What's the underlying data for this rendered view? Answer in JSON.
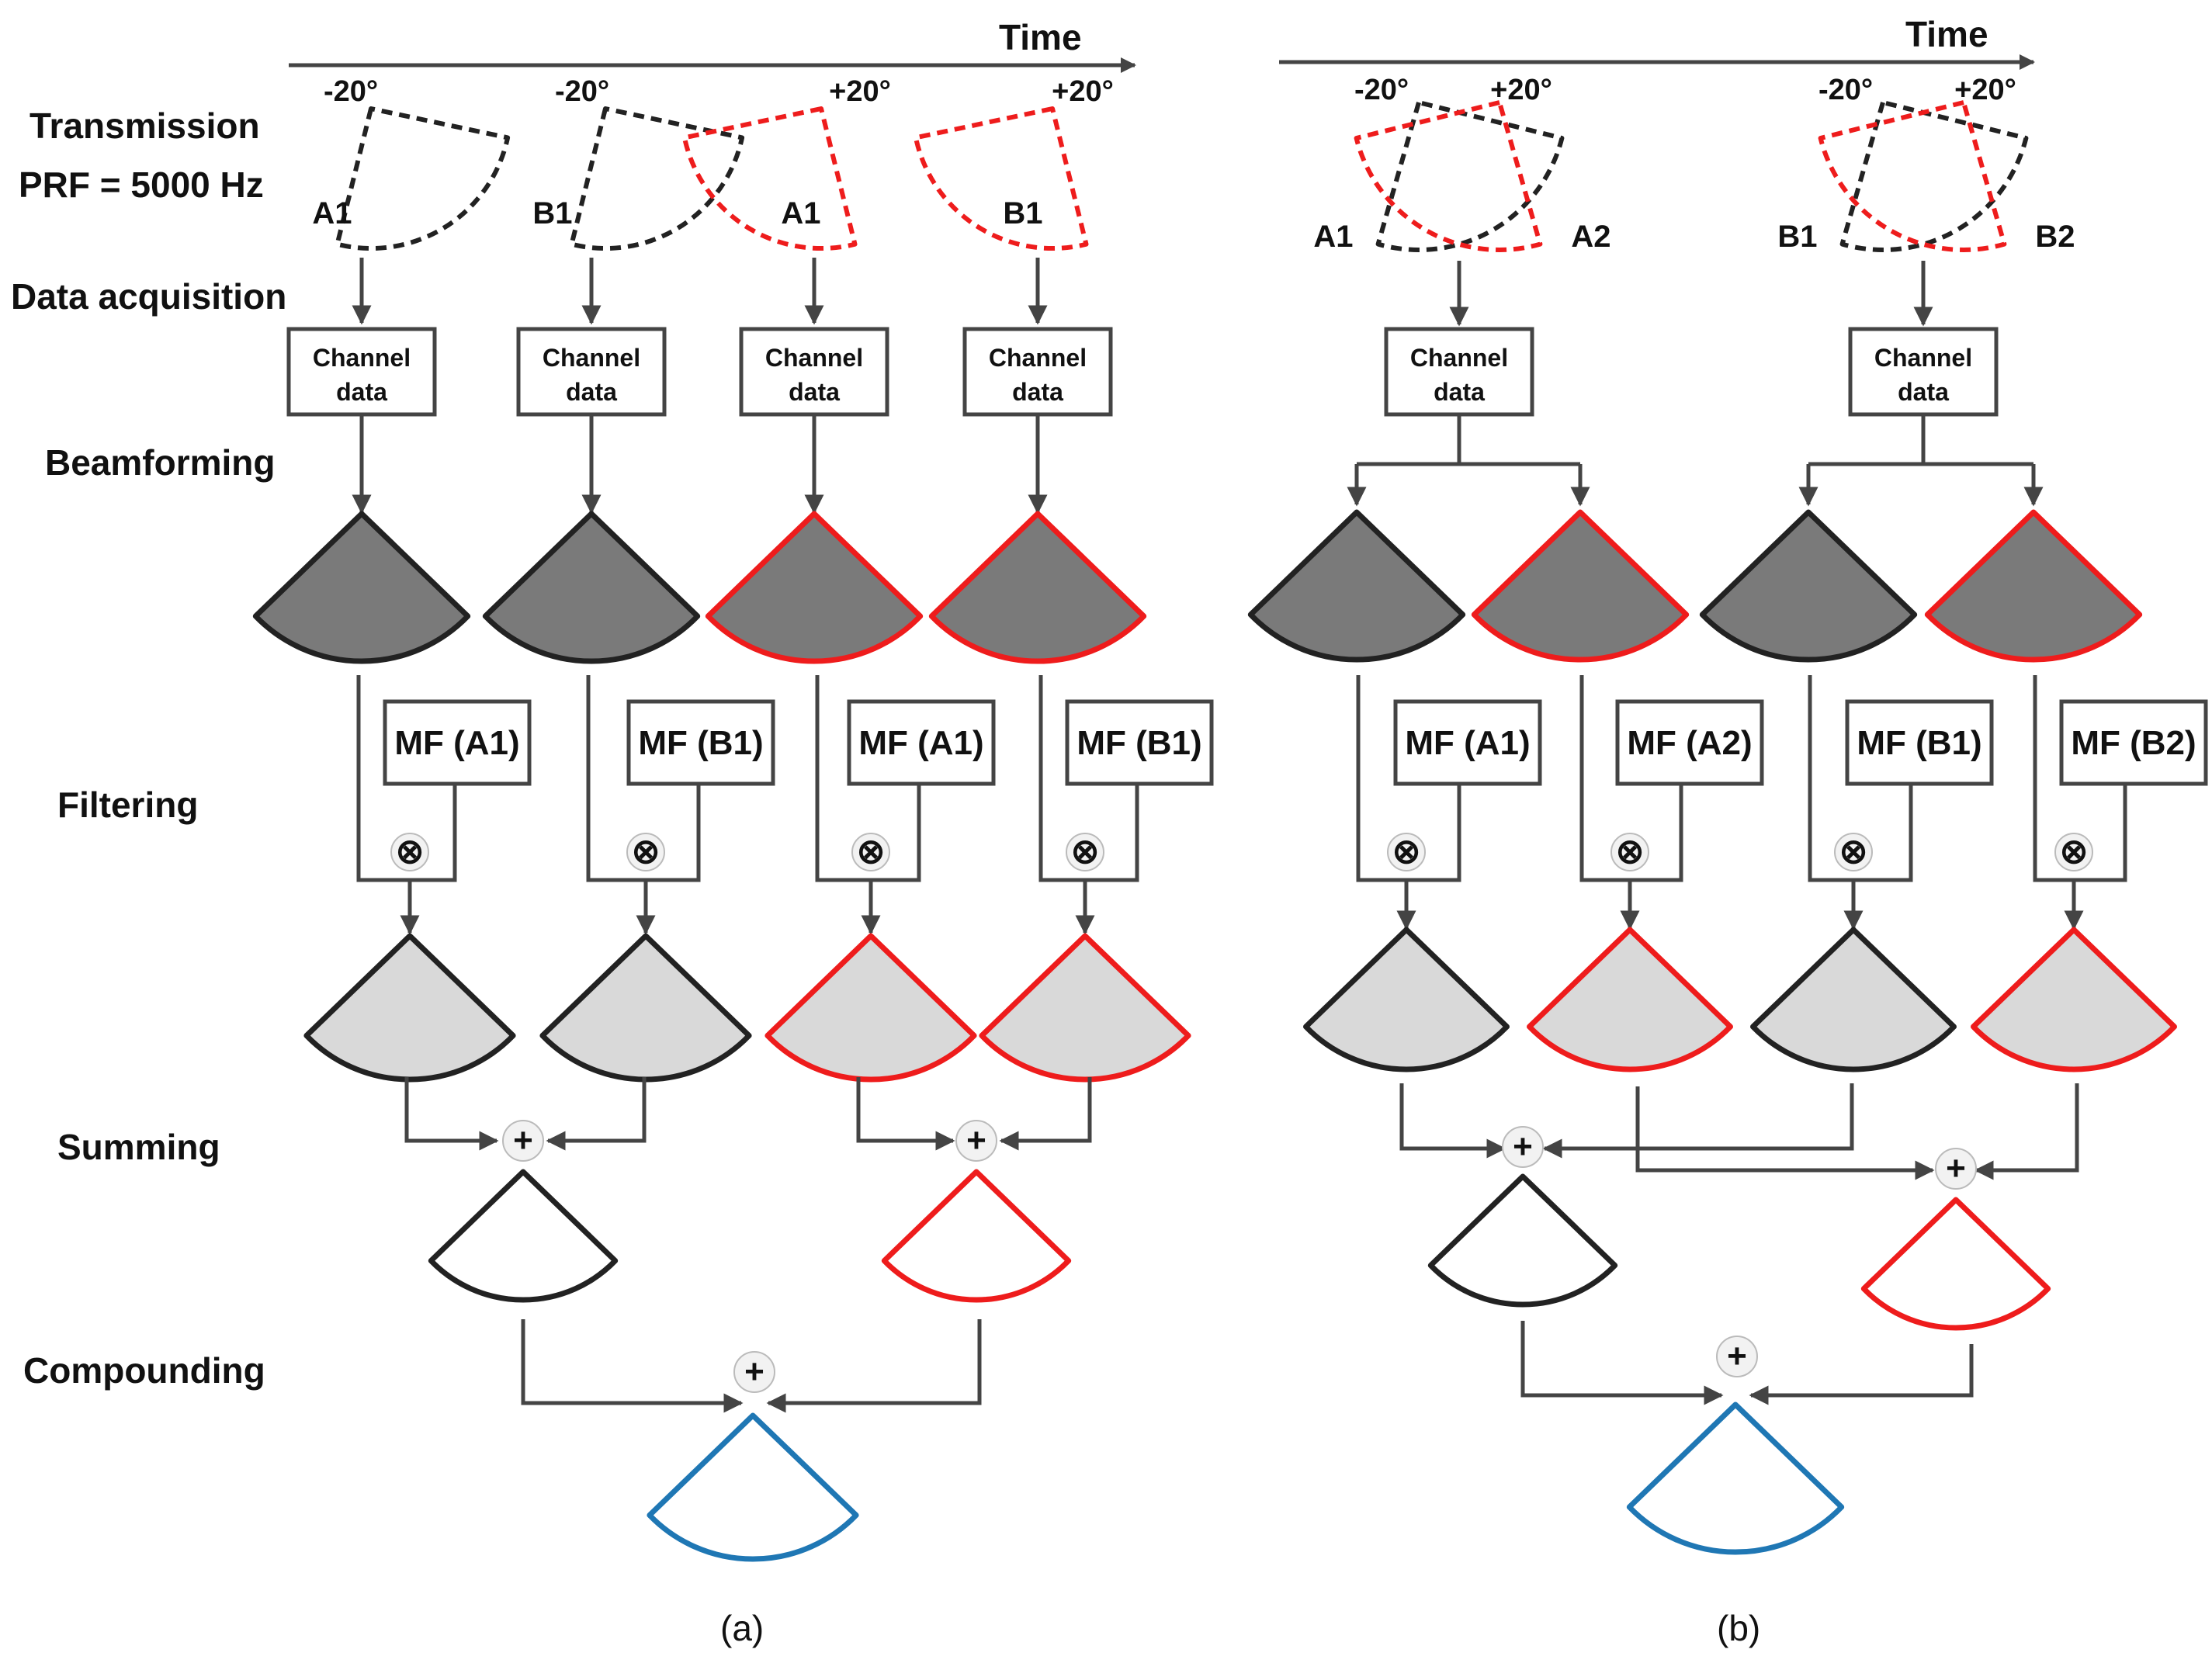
{
  "colors": {
    "black": "#222222",
    "red": "#ee1c1c",
    "blue": "#1f77b4",
    "darkfill": "#7a7a7a",
    "lightfill": "#d9d9d9",
    "line": "#444444"
  },
  "stages": {
    "transmission": "Transmission",
    "prf": "PRF = 5000 Hz",
    "acquisition": "Data acquisition",
    "beamforming": "Beamforming",
    "filtering": "Filtering",
    "summing": "Summing",
    "compounding": "Compounding"
  },
  "time_label": "Time",
  "channel": {
    "line1": "Channel",
    "line2": "data"
  },
  "operators": {
    "multiply": "⊗",
    "sum": "+"
  },
  "panel_a": {
    "caption": "(a)",
    "angles": [
      "-20°",
      "-20°",
      "+20°",
      "+20°"
    ],
    "sectors": [
      "A1",
      "B1",
      "A1",
      "B1"
    ],
    "filters": [
      "MF (A1)",
      "MF (B1)",
      "MF (A1)",
      "MF (B1)"
    ]
  },
  "panel_b": {
    "caption": "(b)",
    "angles": [
      "-20°",
      "+20°",
      "-20°",
      "+20°"
    ],
    "sectors": [
      "A1",
      "A2",
      "B1",
      "B2"
    ],
    "filters": [
      "MF (A1)",
      "MF (A2)",
      "MF (B1)",
      "MF (B2)"
    ]
  }
}
